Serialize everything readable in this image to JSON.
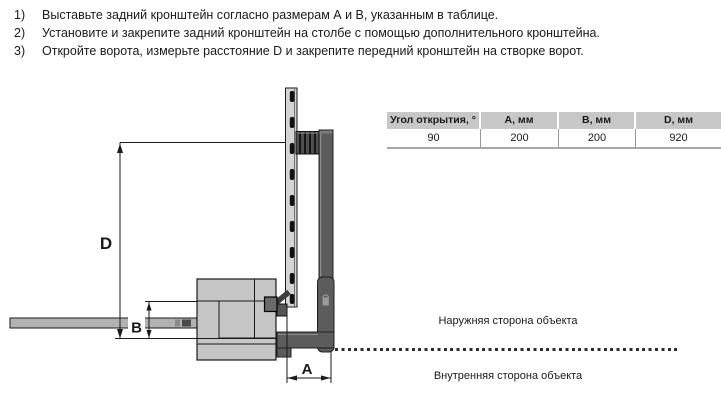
{
  "instructions": {
    "items": [
      {
        "num": "1)",
        "text": "Выставьте задний кронштейн согласно размерам А и В, указанным в таблице."
      },
      {
        "num": "2)",
        "text": "Установите и закрепите задний кронштейн на столбе с помощью дополнительного кронштейна."
      },
      {
        "num": "3)",
        "text": "Откройте ворота, измерьте расстояние D и закрепите передний кронштейн на створке ворот."
      }
    ]
  },
  "table": {
    "headers": [
      "Угол открытия, °",
      "А, мм",
      "В, мм",
      "D, мм"
    ],
    "row": [
      "90",
      "200",
      "200",
      "920"
    ]
  },
  "diagram": {
    "dim_d": "D",
    "dim_b": "B",
    "dim_a": "A",
    "outside_label": "Наружняя сторона объекта",
    "inside_label": "Внутренняя сторона объекта"
  },
  "colors": {
    "table_header_bg": "#c7c7c7",
    "arm_dark_gray": "#5c5c5c",
    "motor_light_gray": "#c6c6c6",
    "rail_gray": "#d4d4d4"
  }
}
